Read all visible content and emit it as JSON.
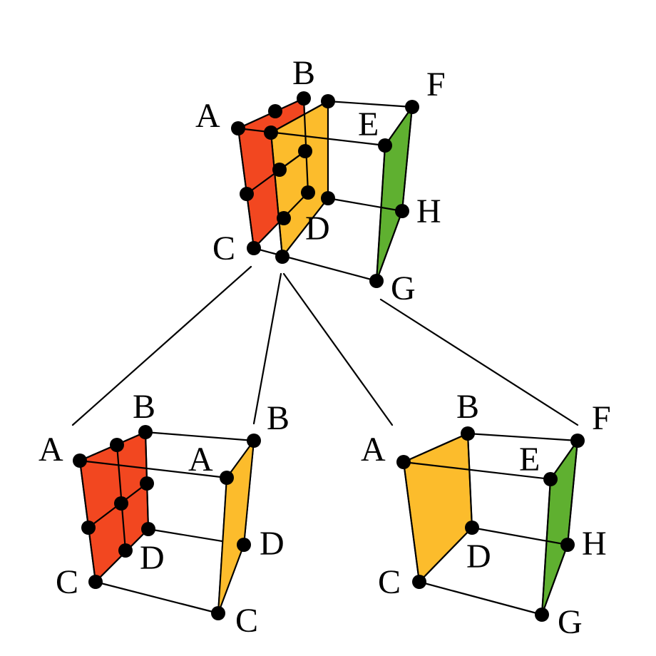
{
  "colors": {
    "red": "#f24720",
    "orange": "#fcbc2c",
    "green": "#5fb030",
    "edge": "#000000",
    "vertex": "#000000"
  },
  "labels": {
    "top_cube": [
      "A",
      "B",
      "C",
      "D",
      "E",
      "F",
      "G",
      "H"
    ],
    "bottom_left_cube": [
      "A",
      "B",
      "C",
      "D"
    ],
    "bottom_middle_cube": [
      "B",
      "A",
      "D",
      "C"
    ],
    "bottom_right_cube": [
      "A",
      "B",
      "C",
      "D",
      "E",
      "F",
      "G",
      "H"
    ]
  }
}
